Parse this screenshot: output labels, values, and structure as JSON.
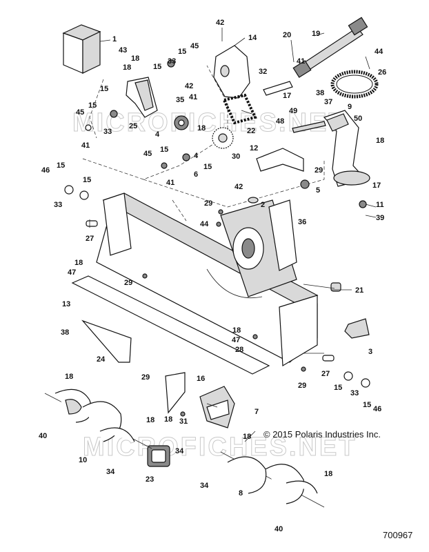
{
  "copyright": "© 2015 Polaris Industries Inc.",
  "figure_number": "700967",
  "watermark": "MICROFICHES.NET",
  "callouts": [
    "1",
    "2",
    "3",
    "4",
    "5",
    "6",
    "7",
    "8",
    "9",
    "10",
    "11",
    "12",
    "13",
    "14",
    "15",
    "16",
    "17",
    "18",
    "19",
    "20",
    "21",
    "22",
    "23",
    "24",
    "25",
    "26",
    "27",
    "28",
    "29",
    "30",
    "31",
    "32",
    "33",
    "34",
    "35",
    "36",
    "37",
    "38",
    "39",
    "40",
    "41",
    "42",
    "43",
    "44",
    "45",
    "46",
    "47",
    "48",
    "49",
    "50"
  ]
}
